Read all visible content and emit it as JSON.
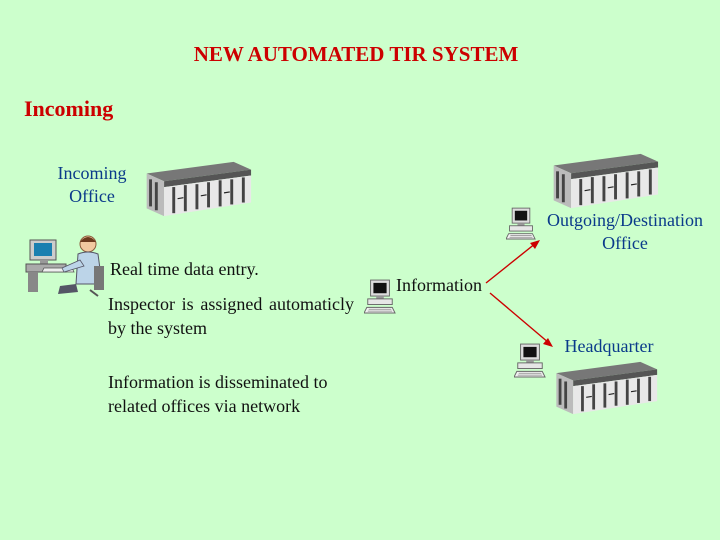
{
  "slide": {
    "title": "NEW AUTOMATED TIR SYSTEM",
    "subtitle": "Incoming"
  },
  "nodes": {
    "incoming_office": {
      "line1": "Incoming",
      "line2": "Office"
    },
    "outgoing_office": {
      "line1": "Outgoing/Destination",
      "line2": "Office"
    },
    "headquarter": "Headquarter",
    "information": "Information"
  },
  "steps": [
    "Real time data entry.",
    "Inspector is assigned automaticly by the system",
    "Information is disseminated to related offices via network"
  ],
  "icons": {
    "building": "building-icon",
    "computer": "computer-icon",
    "operator": "operator-at-computer-icon"
  },
  "colors": {
    "background": "#ccffcc",
    "title": "#cc0000",
    "label_blue": "#0a3a8a"
  }
}
